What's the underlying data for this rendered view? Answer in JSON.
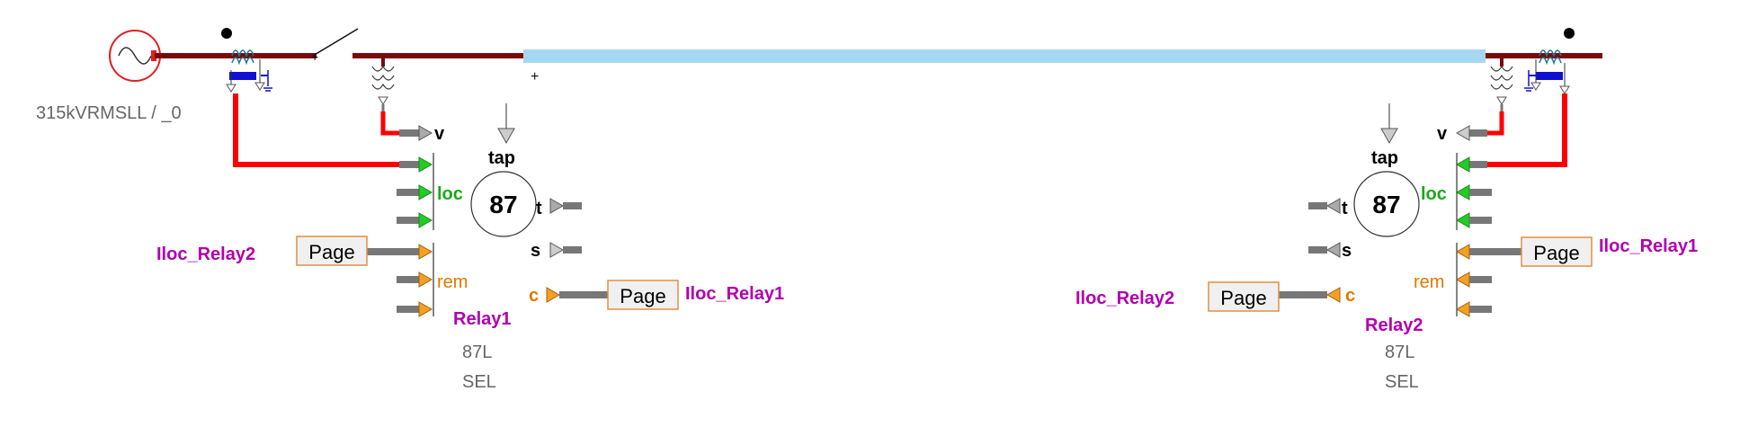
{
  "source": {
    "label": "315kVRMSLL / _0"
  },
  "colors": {
    "bus": "#7a0a0a",
    "line": "#a7d6f2",
    "wire_red": "#ff0000",
    "wire_gray": "#777777",
    "arrow_green": "#22cc22",
    "arrow_orange": "#f5a020",
    "text_green": "#1aa81a",
    "text_orange": "#e07800",
    "text_purple": "#b000b0",
    "text_gray": "#666666",
    "blue": "#1010d0"
  },
  "relays": [
    {
      "name": "Relay1",
      "element": "87",
      "type": "87L",
      "vendor": "SEL",
      "labels": {
        "v": "v",
        "tap": "tap",
        "loc": "loc",
        "rem": "rem",
        "t": "t",
        "s": "s",
        "c": "c"
      },
      "page_in": {
        "text": "Page",
        "tag": "Iloc_Relay2"
      },
      "page_out": {
        "text": "Page",
        "tag": "Iloc_Relay1"
      }
    },
    {
      "name": "Relay2",
      "element": "87",
      "type": "87L",
      "vendor": "SEL",
      "labels": {
        "v": "v",
        "tap": "tap",
        "loc": "loc",
        "rem": "rem",
        "t": "t",
        "s": "s",
        "c": "c"
      },
      "page_in": {
        "text": "Page",
        "tag": "Iloc_Relay1"
      },
      "page_out": {
        "text": "Page",
        "tag": "Iloc_Relay2"
      }
    }
  ]
}
